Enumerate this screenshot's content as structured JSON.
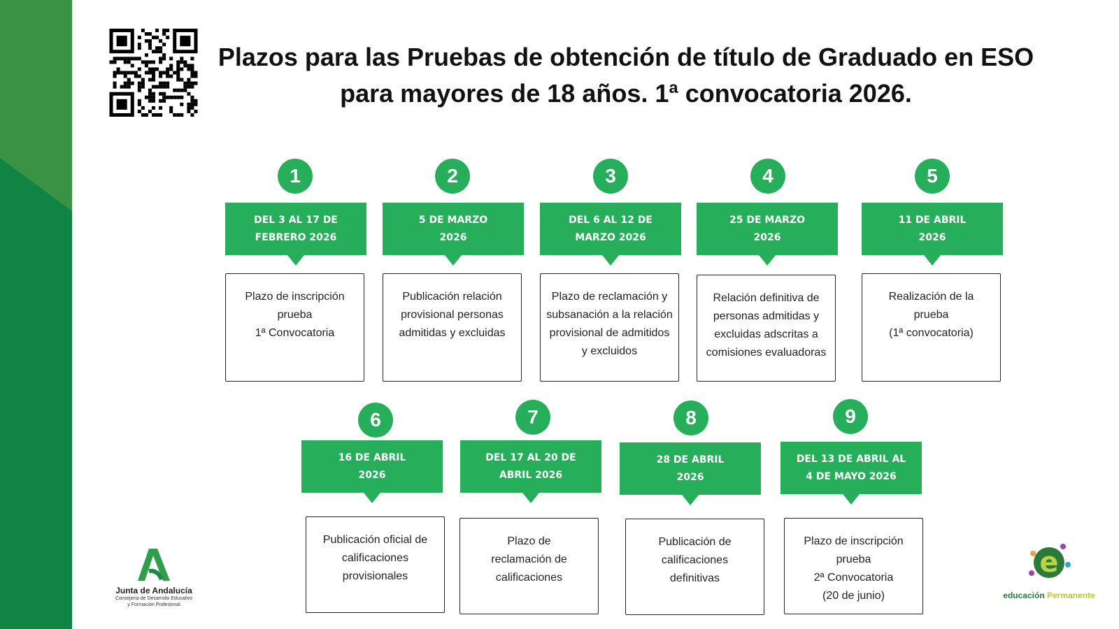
{
  "title": "Plazos para las Pruebas de obtención de título de Graduado en ESO para mayores de 18 años. 1ª convocatoria 2026.",
  "colors": {
    "green": "#27ae5a",
    "panel": "#3a9245",
    "panel_dark": "#0f8443"
  },
  "steps": [
    {
      "n": "1",
      "date": "DEL 3 AL 17 DE\nFEBRERO 2026",
      "text": "Plazo de inscripción\nprueba\n1ª Convocatoria"
    },
    {
      "n": "2",
      "date": "5 DE MARZO\n2026",
      "text": "Publicación relación\nprovisional personas\nadmitidas y excluidas"
    },
    {
      "n": "3",
      "date": "DEL 6 AL 12 DE\nMARZO 2026",
      "text": "Plazo de reclamación y\nsubsanación a la relación\nprovisional de admitidos\ny excluidos"
    },
    {
      "n": "4",
      "date": "25 DE MARZO\n2026",
      "text": "Relación definitiva de\npersonas admitidas y\nexcluidas adscritas a\ncomisiones evaluadoras"
    },
    {
      "n": "5",
      "date": "11 DE ABRIL\n2026",
      "text": "Realización de la\nprueba\n(1ª convocatoria)"
    },
    {
      "n": "6",
      "date": "16 DE ABRIL\n2026",
      "text": "Publicación oficial de\ncalificaciones\nprovisionales"
    },
    {
      "n": "7",
      "date": "DEL 17 AL 20 DE\nABRIL 2026",
      "text": "Plazo de\nreclamación de\ncalificaciones"
    },
    {
      "n": "8",
      "date": "28 DE ABRIL\n2026",
      "text": "Publicación de\ncalificaciones\ndefinitivas"
    },
    {
      "n": "9",
      "date": "DEL 13 DE ABRIL AL\n4 DE MAYO 2026",
      "text": "Plazo de inscripción\nprueba\n2ª Convocatoria\n(20 de junio)"
    }
  ],
  "logos": {
    "junta_name": "Junta de Andalucía",
    "junta_sub": "Consejería de Desarrollo Educativo\ny Formación Profesional",
    "edu_a": "educación",
    "edu_b": "Permanente"
  }
}
